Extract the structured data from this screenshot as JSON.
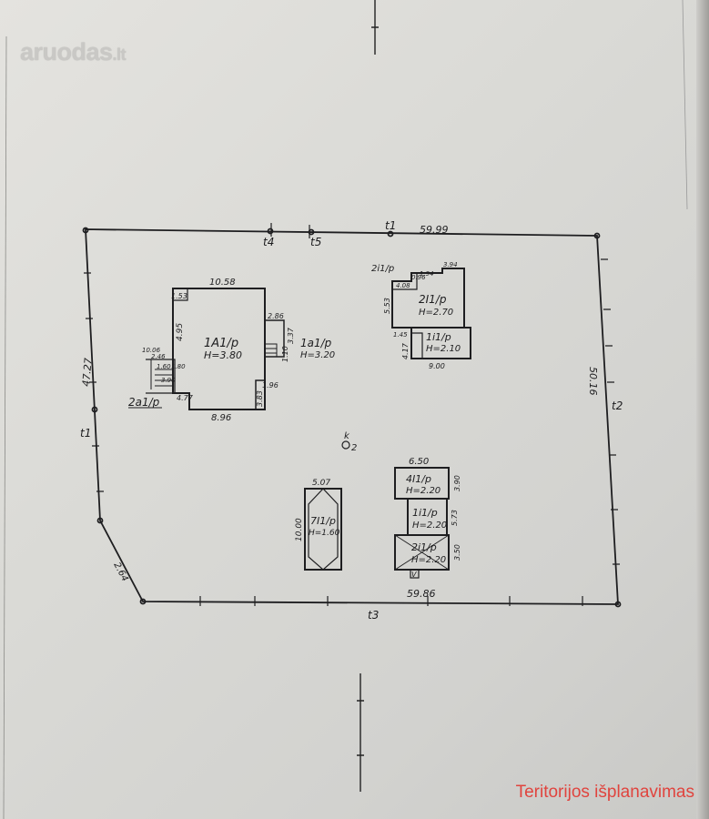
{
  "watermark": {
    "brand": "aruodas",
    "tld": ".lt"
  },
  "caption": "Teritorijos išplanavimas",
  "parcel": {
    "corner_labels": [
      "t1",
      "t2",
      "t3",
      "t4",
      "t5",
      "t1"
    ],
    "dimensions": {
      "top": "59.99",
      "right": "50.16",
      "bottom": "59.86",
      "left": "47.27",
      "corner": "2.64"
    },
    "marker": {
      "label": "k",
      "number": "2"
    }
  },
  "buildings": {
    "house": {
      "label": "1A1/p",
      "height": "H=3.80",
      "dims": [
        "10.58",
        "1.53",
        "4.95",
        "2.86",
        "3.37",
        "1.10",
        "1.96",
        "3.83",
        "8.96",
        "4.77"
      ],
      "porch_labels": [
        "10.06",
        "2.46",
        "1.60",
        "1.80",
        "3.90"
      ]
    },
    "annex": {
      "label": "1a1/p",
      "height": "H=3.20"
    },
    "porch": {
      "label": "2a1/p"
    },
    "shed_ne": {
      "label": "2I1/p",
      "height": "H=2.70",
      "tag": "2i1/p",
      "dims": [
        "4.08",
        "0.96",
        "1.94",
        "3.94",
        "5.53"
      ]
    },
    "shed_ne2": {
      "label": "1i1/p",
      "height": "H=2.10",
      "dims": [
        "1.45",
        "4.17",
        "9.00"
      ]
    },
    "garage": {
      "label": "7I1/p",
      "height": "H=1.60",
      "dims": [
        "5.07",
        "10.00"
      ]
    },
    "shed_se1": {
      "label": "4I1/p",
      "height": "H=2.20",
      "dims": [
        "6.50",
        "3.90"
      ]
    },
    "shed_se2": {
      "label": "1i1/p",
      "height": "H=2.20",
      "dims": [
        "5.73"
      ]
    },
    "shed_se3": {
      "label": "2i1/p",
      "height": "H=2.20",
      "dims": [
        "3.50"
      ],
      "tag": "V"
    }
  }
}
